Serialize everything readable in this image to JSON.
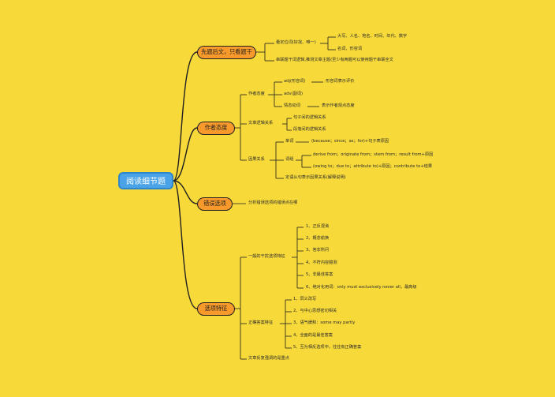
{
  "root": "阅读细节题",
  "branches": {
    "b1": {
      "label": "先题后文，只看题干",
      "n1": "看定位词(好找、唯一)",
      "n1a": "大写、人名、地名、时间、年代、数字",
      "n1b": "名词、形容词",
      "n2": "串联题干词逻辑,推测文章主题(至少有两题可以使用题干串联全文"
    },
    "b2": {
      "label": "作者态度",
      "g1": "作者态度",
      "g1a": "adj(形容词)",
      "g1a_sub": "形容词表示评价",
      "g1b": "adv(副词)",
      "g1c": "情态动词",
      "g1c_sub": "表示作者观点态度",
      "g2": "文章逻辑关系",
      "g2a": "句子间的逻辑关系",
      "g2b": "段落间的逻辑关系",
      "g3": "因果关系",
      "g3a": "单词",
      "g3a_sub": "(because；since；as；for)+句子表原因",
      "g3b": "词组",
      "g3b_1": "derive from；originate from；stem from；result from+原因",
      "g3b_2": "(owing to；due to；attribute to)+原因；contribute to+结果",
      "g3c": "定语从句表示因果关系(解释说明)"
    },
    "b3": {
      "label": "错误选项",
      "n1": "分析错误选项的错误点在哪"
    },
    "b4": {
      "label": "选项特征",
      "g1": "一般的干扰选项特征",
      "g1_items": [
        "1、正反混淆",
        "2、概念偷换",
        "3、答非所问",
        "4、不符内容臆测",
        "5、非最佳答案",
        "6、绝对化用词：only must exclusively never all，最高级"
      ],
      "g2": "正确答案特征",
      "g2_items": [
        "1、同义改写",
        "2、与中心思想密切相关",
        "3、语气缓和：some may partly",
        "4、全面的是最佳答案",
        "5、互为相反选项中，往往有正确答案"
      ],
      "g3": "文章反复强调的是重点"
    }
  }
}
